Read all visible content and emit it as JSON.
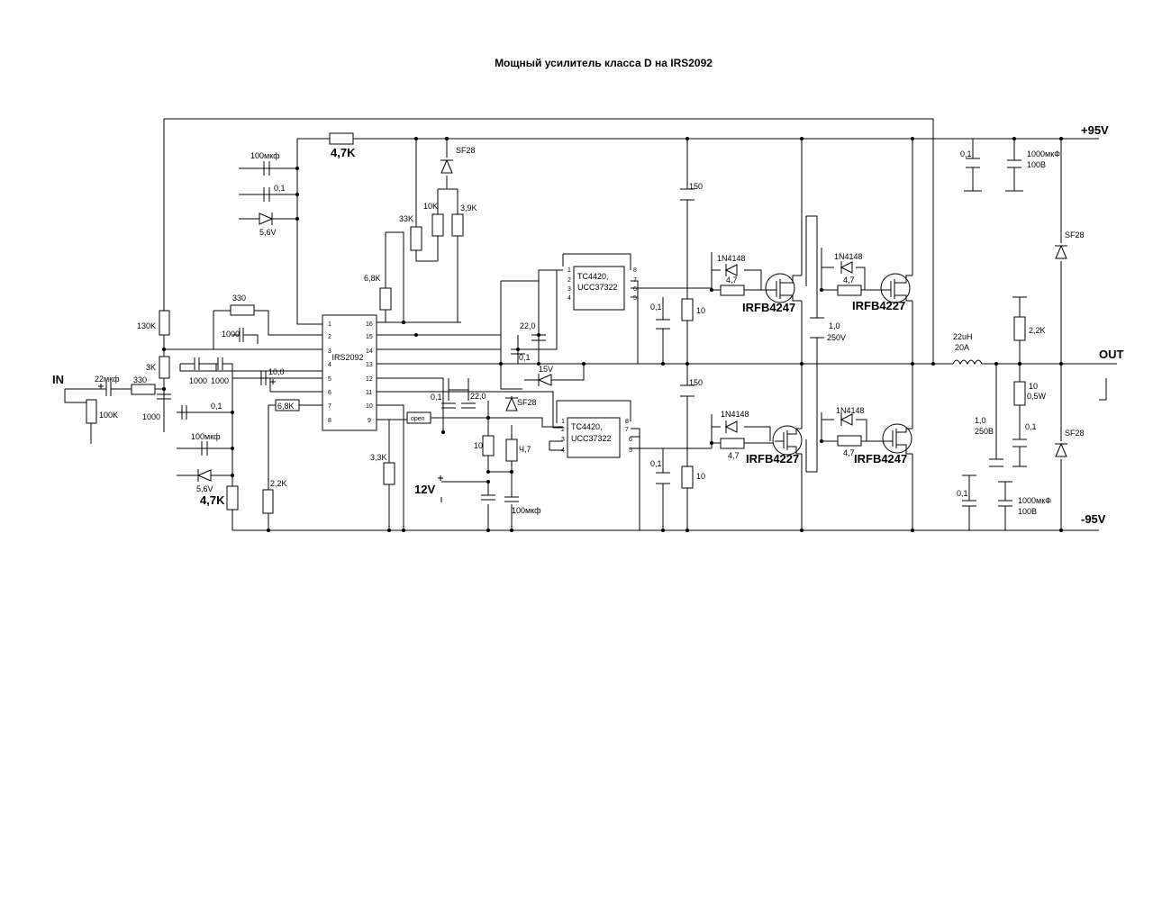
{
  "title": "Мощный усилитель класса D на IRS2092",
  "rails": {
    "pos": "+95V",
    "neg": "-95V",
    "out": "OUT",
    "in": "IN",
    "aux": "12V"
  },
  "ics": {
    "controller": "IRS2092",
    "driver_top_line1": "TC4420,",
    "driver_top_line2": "UCC37322",
    "driver_bot_line1": "TC4420,",
    "driver_bot_line2": "UCC37322",
    "open_label": "open"
  },
  "ic_pins": {
    "irs_left": [
      "1",
      "2",
      "3",
      "4",
      "5",
      "6",
      "7",
      "8"
    ],
    "irs_right": [
      "16",
      "15",
      "14",
      "13",
      "12",
      "11",
      "10",
      "9"
    ],
    "drv_left": [
      "1",
      "2",
      "3",
      "4"
    ],
    "drv_right": [
      "8",
      "7",
      "6",
      "5"
    ]
  },
  "transistors": {
    "q1": "IRFB4247",
    "q2": "IRFB4227",
    "q3": "IRFB4227",
    "q4": "IRFB4247"
  },
  "labels": {
    "r_in_100k": "100K",
    "c_in": "22мкф",
    "r_330_in": "330",
    "r_3k": "3K",
    "c_1000_a": "1000",
    "r_130k": "130K",
    "r_330_fb": "330",
    "c_1000_b": "1000",
    "c_1000_c": "1000",
    "c_1000_d": "1000",
    "c_100u_top": "100мкф",
    "c_01_top": "0,1",
    "z_56_top": "5,6V",
    "r_47k_top": "4,7K",
    "c_10": "10,0",
    "c_01_left": "0,1",
    "c_100u_bot": "100мкф",
    "z_56_bot": "5,6V",
    "r_47k_bot": "4,7K",
    "r_68k_pin7": "6,8K",
    "r_22k": "2,2K",
    "r_68k_top": "6,8K",
    "r_33k": "33K",
    "r_10k": "10K",
    "r_39k": "3,9K",
    "d_sf28_top": "SF28",
    "c_22_top": "22,0",
    "c_01_mid": "0,1",
    "z_15v": "15V",
    "c_01_b": "0,1",
    "c_22_bot": "22,0",
    "d_sf28_mid": "SF28",
    "r_10_mid": "10",
    "r_47_mid": "Ч,7",
    "c_100u_12v": "100мкф",
    "r_33k_b": "3,3K",
    "c_150_top": "150",
    "c_150_bot": "150",
    "r_10_top": "10",
    "r_10_bot": "10",
    "c_01_d1": "0,1",
    "c_01_d2": "0,1",
    "d_1n4148_1": "1N4148",
    "d_1n4148_2": "1N4148",
    "d_1n4148_3": "1N4148",
    "d_1n4148_4": "1N4148",
    "r_47_g1": "4,7",
    "r_47_g2": "4,7",
    "r_47_g3": "4,7",
    "r_47_g4": "4,7",
    "c_bus_1": "1,0",
    "c_bus_2": "250V",
    "l_out_1": "22uH",
    "l_out_2": "20A",
    "c_out_1": "1,0",
    "c_out_2": "250B",
    "r_22k_out": "2,2K",
    "r_10_out": "10",
    "r_10_out_w": "0,5W",
    "c_01_out": "0,1",
    "c_01_ptop": "0,1",
    "c_1000u_ptop_1": "1000мкФ",
    "c_1000u_ptop_2": "100B",
    "c_01_pbot": "0,1",
    "c_1000u_pbot_1": "1000мкФ",
    "c_1000u_pbot_2": "100B",
    "d_sf28_rail_top": "SF28",
    "d_sf28_rail_bot": "SF28"
  }
}
